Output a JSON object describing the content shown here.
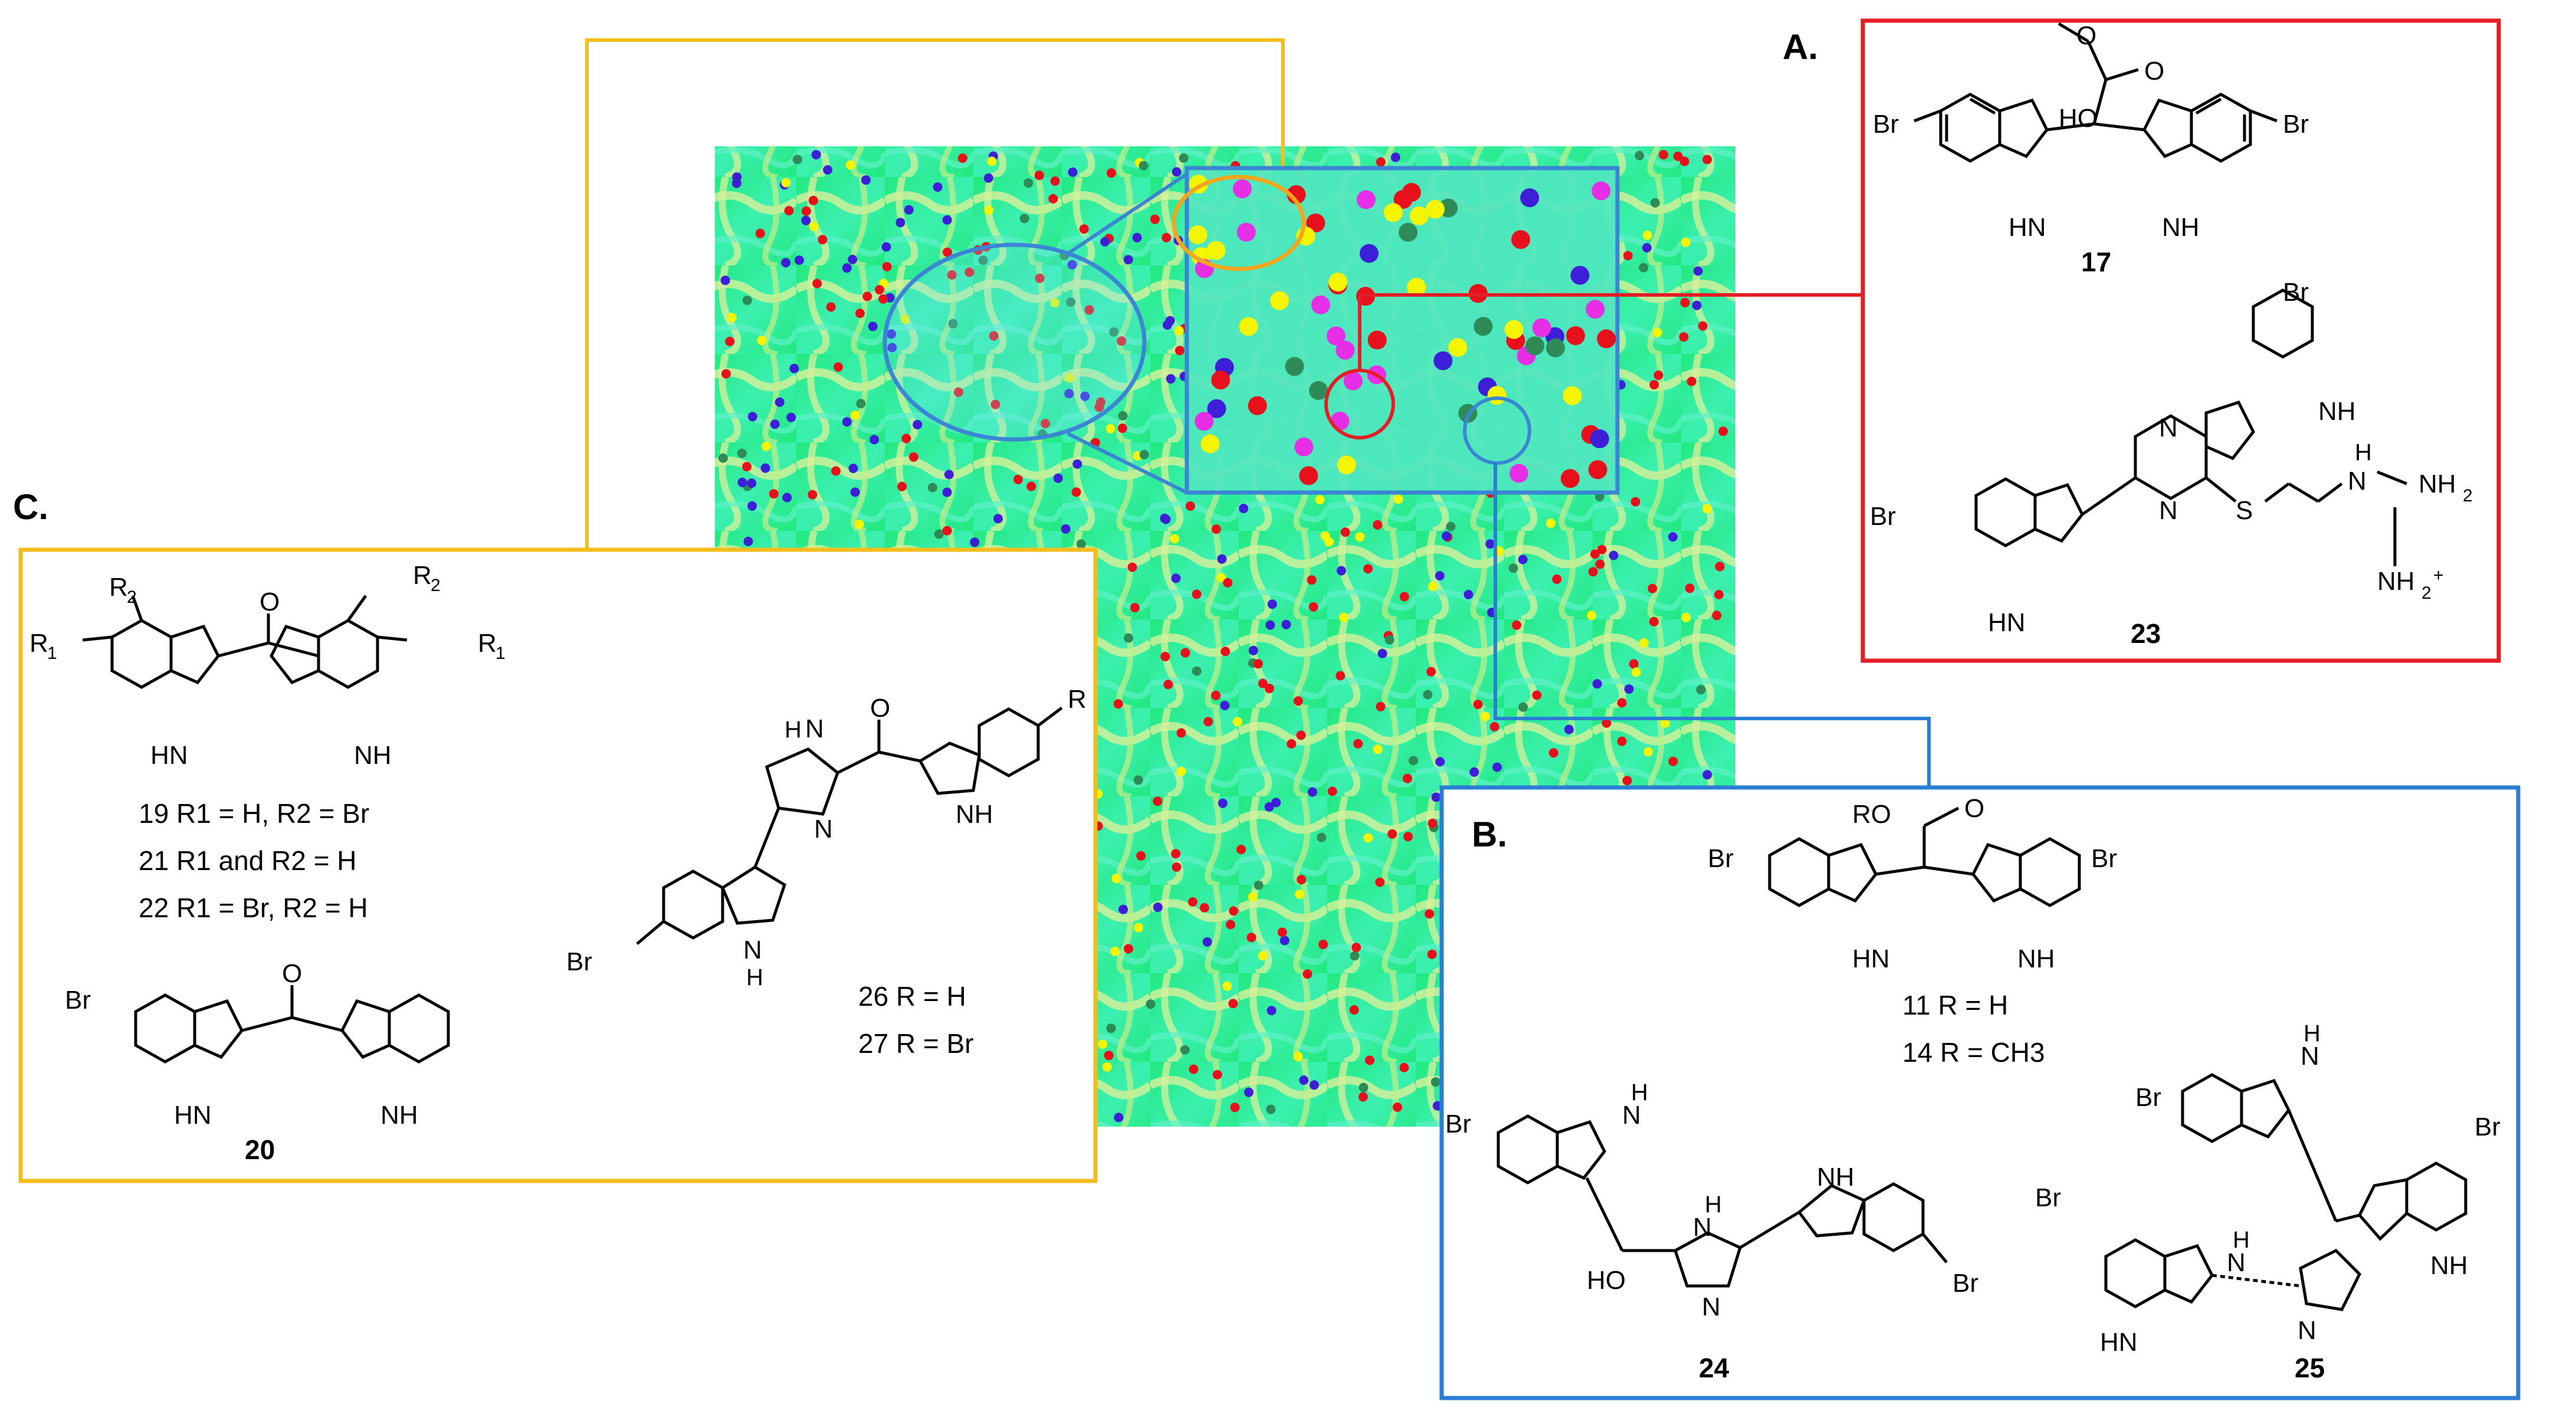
{
  "panels": {
    "A": {
      "label": "A.",
      "color": "#e41e26"
    },
    "B": {
      "label": "B.",
      "color": "#2a7fd4"
    },
    "C": {
      "label": "C.",
      "color": "#f2bd1d"
    }
  },
  "atoms": {
    "br": "Br",
    "hn": "HN",
    "nh": "NH",
    "ho": "HO",
    "ro": "RO",
    "o": "O",
    "n": "N",
    "s": "S",
    "h": "H",
    "nh2": "NH",
    "r": "R",
    "r1": "R",
    "r2": "R",
    "sub1": "1",
    "sub2": "2",
    "plus": "+"
  },
  "compounds": {
    "c17": "17",
    "c23": "23",
    "c11": "11 R = H",
    "c14": "14 R = CH3",
    "c24": "24",
    "c25": "25",
    "c19": "19 R1 = H, R2 = Br",
    "c21": "21 R1 and R2 = H",
    "c22": "22 R1 = Br, R2 = H",
    "c20": "20",
    "c26": "26 R = H",
    "c27": "27 R = Br"
  },
  "map": {
    "dot_colors": {
      "red": "#e8101a",
      "blue": "#3d1fd8",
      "green": "#2e8b57",
      "yellow": "#f5f500",
      "magenta": "#e62ee6"
    },
    "background": [
      "#00e676",
      "#35f0a6",
      "#c8f08a"
    ]
  }
}
